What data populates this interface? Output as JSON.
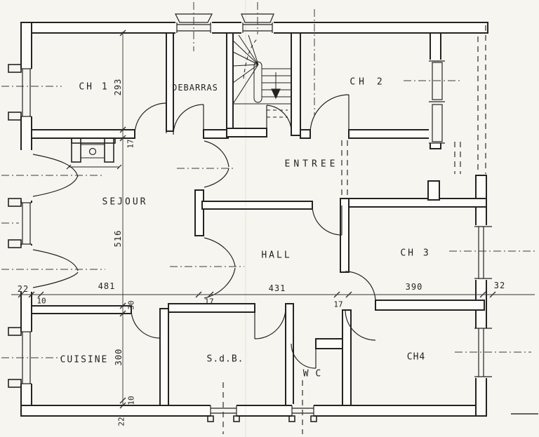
{
  "plan": {
    "rooms": {
      "ch1": "CH 1",
      "debarras": "DEBARRAS",
      "ch2": "CH 2",
      "entree": "ENTREE",
      "sejour": "SEJOUR",
      "hall": "HALL",
      "ch3": "CH 3",
      "cuisine": "CUISINE",
      "sdb": "S.d.B.",
      "wc": "W C",
      "ch4": "CH4"
    },
    "dims_h": {
      "left_wall": "22",
      "left_inner": "10",
      "sejour_width": "481",
      "wall_a": "17",
      "hall_width": "431",
      "wall_b": "17",
      "ch3_width": "390",
      "right_wall": "32"
    },
    "dims_v": {
      "ch1_depth": "293",
      "fireplace_wall": "17",
      "sejour_depth": "516",
      "cuisine_wall": "30",
      "cuisine_depth": "300",
      "bottom_inner": "10",
      "bottom_wall": "22"
    },
    "colors": {
      "ink": "#242424",
      "paper": "#f7f5ef"
    }
  }
}
